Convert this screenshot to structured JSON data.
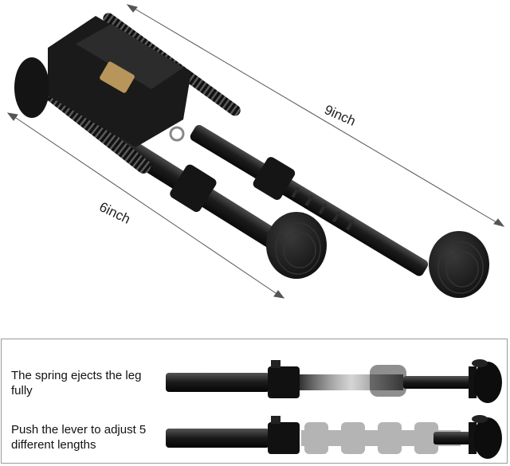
{
  "dimensions": {
    "long_leg": "9inch",
    "short_leg": "6inch"
  },
  "features": [
    {
      "text": "The spring ejects the leg fully"
    },
    {
      "text": "Push the lever to adjust 5 different lengths"
    }
  ],
  "colors": {
    "metal": "#1a1a1a",
    "metal_highlight": "#4a4a4a",
    "brass": "#b8955a",
    "panel_border": "#9a9a9a",
    "dim_line": "#555555"
  }
}
